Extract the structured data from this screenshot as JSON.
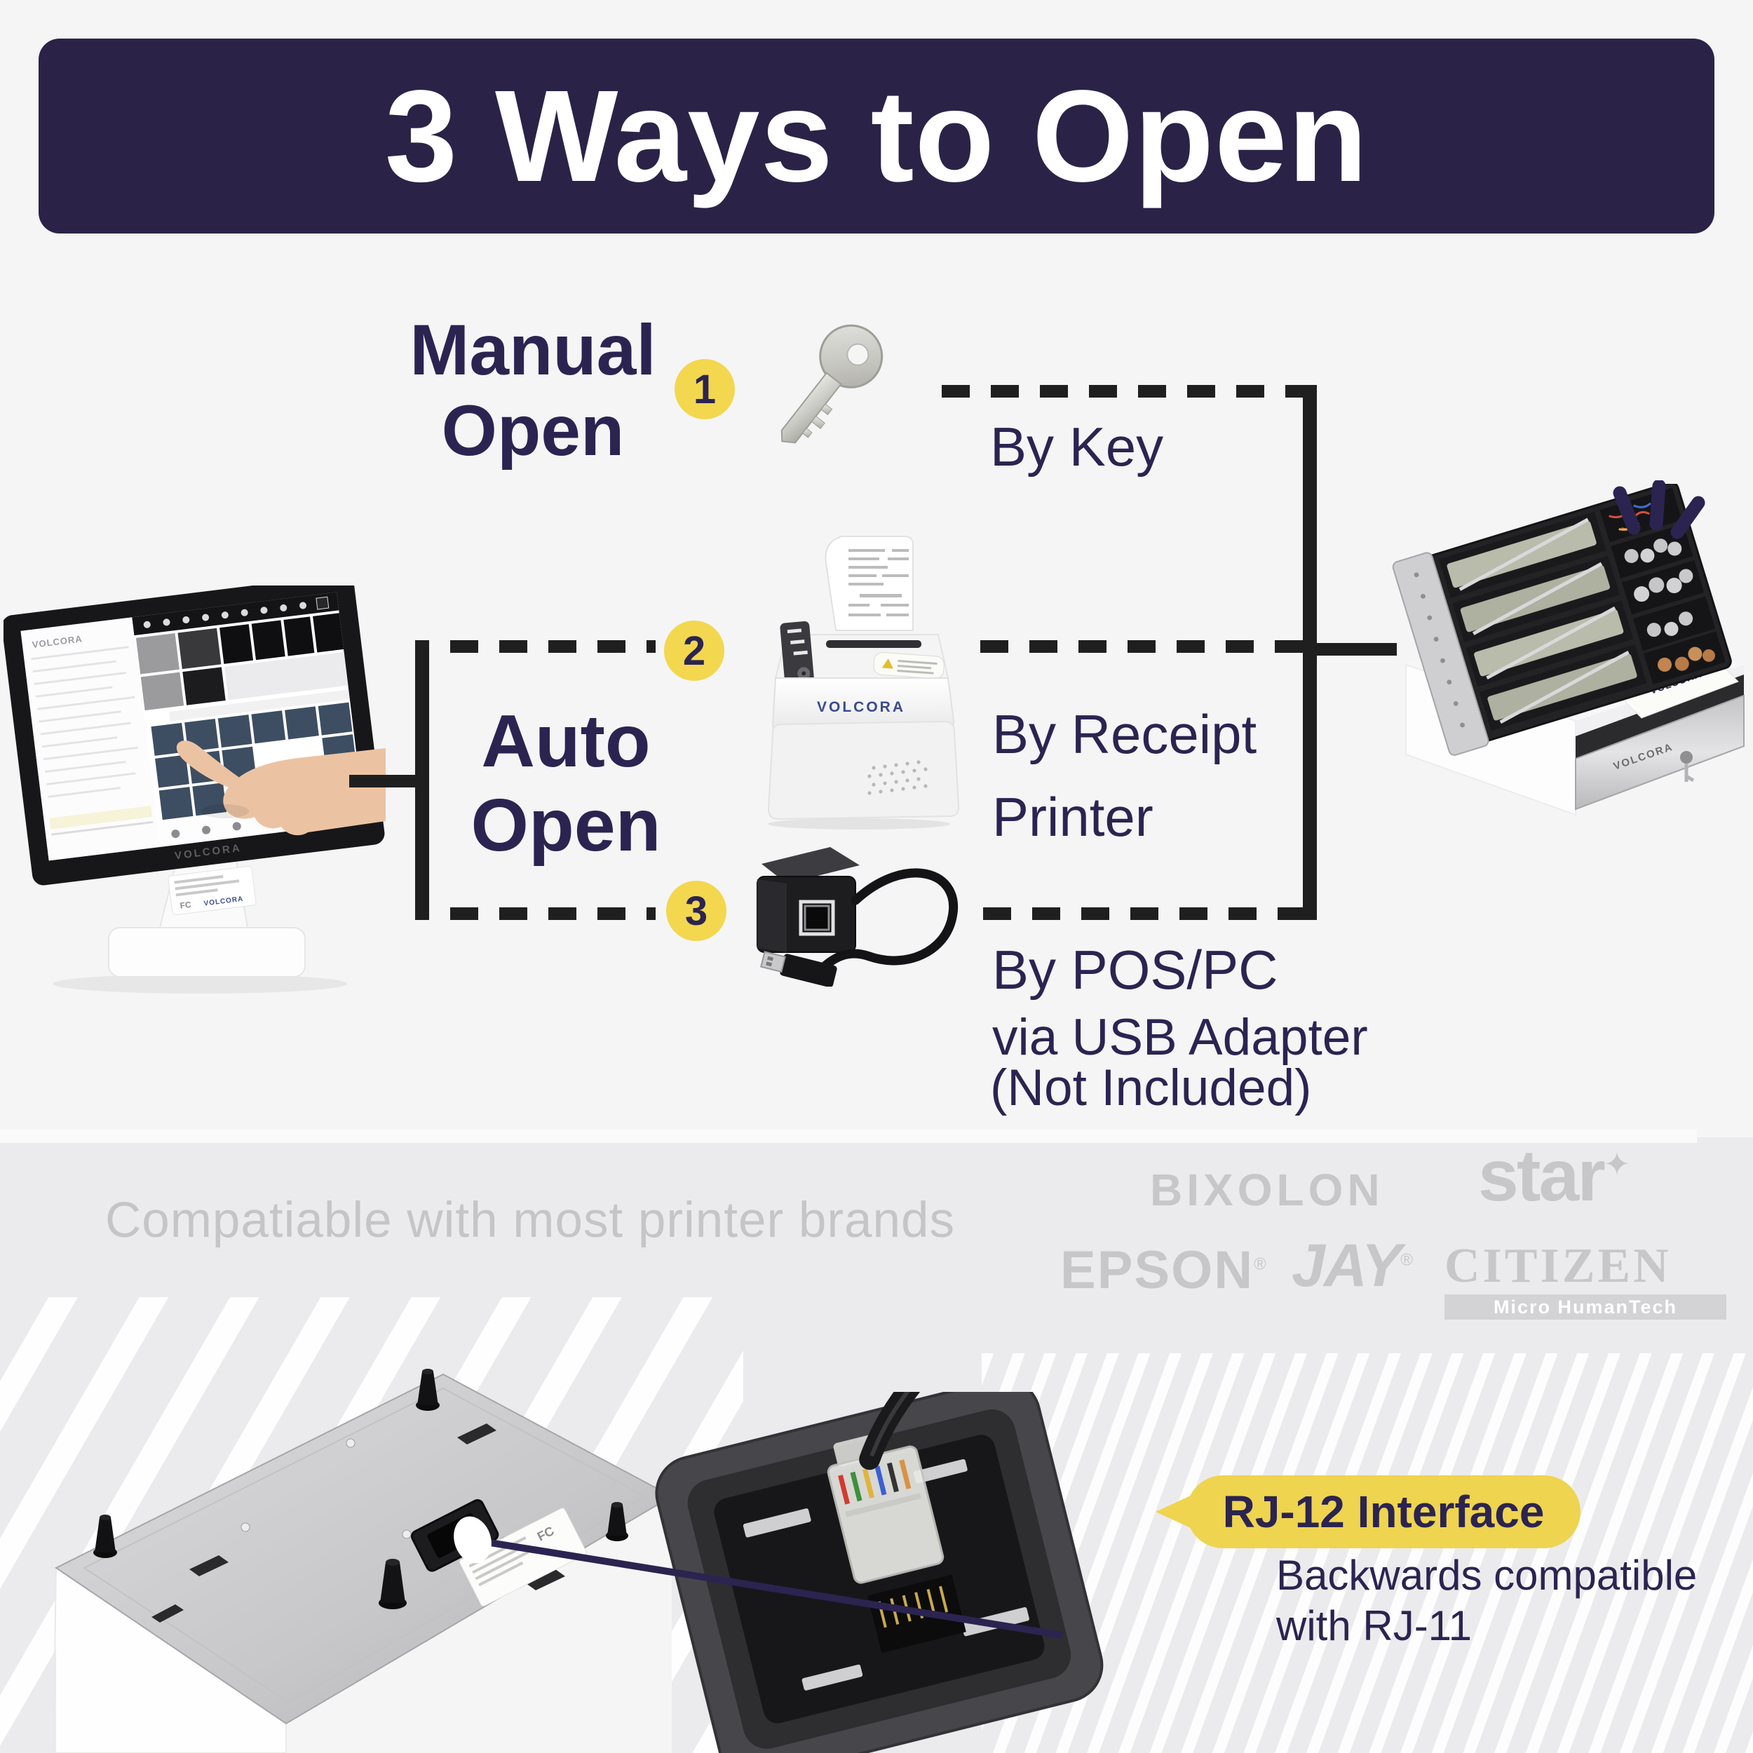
{
  "banner": {
    "title": "3 Ways to Open"
  },
  "steps": {
    "manual": {
      "label_line1": "Manual",
      "label_line2": "Open",
      "number": "1",
      "method": "By Key"
    },
    "auto": {
      "label_line1": "Auto",
      "label_line2": "Open",
      "step2": {
        "number": "2",
        "method_line1": "By Receipt",
        "method_line2": "Printer"
      },
      "step3": {
        "number": "3",
        "method_line1": "By POS/PC",
        "method_line2": "via USB Adapter",
        "method_line3": "(Not Included)"
      }
    }
  },
  "brand": "VOLCORA",
  "compatibility": {
    "caption": "Compatiable with most printer brands",
    "brands": [
      "BIXOLON",
      "star",
      "EPSON",
      "JAY",
      "CITIZEN"
    ],
    "citizen_tagline": "Micro HumanTech",
    "reg_mark": "®",
    "star_sparkle": "✦"
  },
  "interface_callout": {
    "label": "RJ-12 Interface",
    "desc_line1": "Backwards compatible",
    "desc_line2": "with RJ-11"
  },
  "colors": {
    "banner_navy": "#2a2347",
    "text_navy": "#2b2451",
    "accent_yellow": "#f3d74f",
    "line_black": "#1f1f1f",
    "logo_gray": "#c7c7ca",
    "band_gray": "#ebebed",
    "page_bg": "#f5f5f6"
  }
}
